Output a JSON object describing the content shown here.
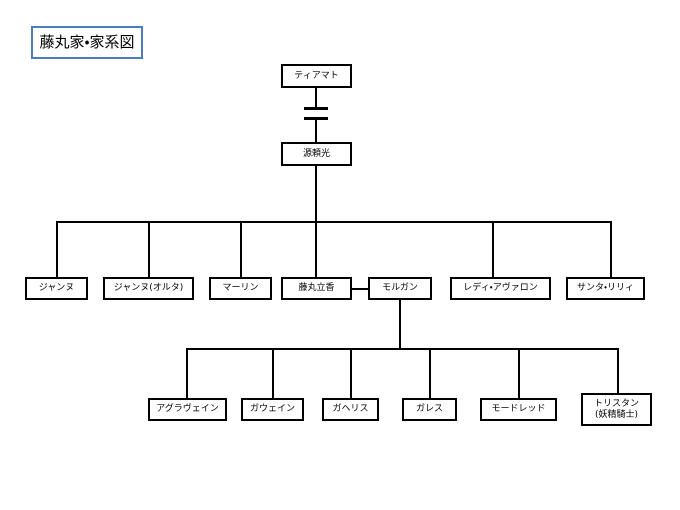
{
  "diagram": {
    "title": "藤丸家・家系図",
    "title_border_color": "#4a7ebb",
    "line_color": "#000000",
    "background_color": "#ffffff",
    "generations": [
      {
        "level": 1,
        "nodes": [
          {
            "id": "tiamat",
            "label": "ティアマト"
          }
        ]
      },
      {
        "level": 2,
        "nodes": [
          {
            "id": "raikou",
            "label": "源頼光"
          }
        ]
      },
      {
        "level": 3,
        "nodes": [
          {
            "id": "jeanne",
            "label": "ジャンヌ"
          },
          {
            "id": "jeanne-alter",
            "label": "ジャンヌ(オルタ)"
          },
          {
            "id": "merlin",
            "label": "マーリン"
          },
          {
            "id": "fujimaru",
            "label": "藤丸立香"
          },
          {
            "id": "morgan",
            "label": "モルガン"
          },
          {
            "id": "lady-avalon",
            "label": "レディ・アヴァロン"
          },
          {
            "id": "santa-lily",
            "label": "サンタ・リリィ"
          }
        ]
      },
      {
        "level": 4,
        "nodes": [
          {
            "id": "agravain",
            "label": "アグラヴェイン"
          },
          {
            "id": "gawain",
            "label": "ガウェイン"
          },
          {
            "id": "gaheris",
            "label": "ガヘリス"
          },
          {
            "id": "gareth",
            "label": "ガレス"
          },
          {
            "id": "mordred",
            "label": "モードレッド"
          },
          {
            "id": "tristan",
            "label": "トリスタン",
            "sublabel": "(妖精騎士)"
          }
        ]
      }
    ],
    "relations": [
      {
        "type": "marriage",
        "from": "tiamat",
        "to": "raikou"
      },
      {
        "type": "marriage",
        "from": "fujimaru",
        "to": "morgan"
      },
      {
        "type": "children",
        "parent": "raikou",
        "children": [
          "jeanne",
          "jeanne-alter",
          "merlin",
          "fujimaru",
          "morgan",
          "lady-avalon",
          "santa-lily"
        ]
      },
      {
        "type": "children",
        "parent": "morgan",
        "children": [
          "agravain",
          "gawain",
          "gaheris",
          "gareth",
          "mordred",
          "tristan"
        ]
      }
    ]
  }
}
